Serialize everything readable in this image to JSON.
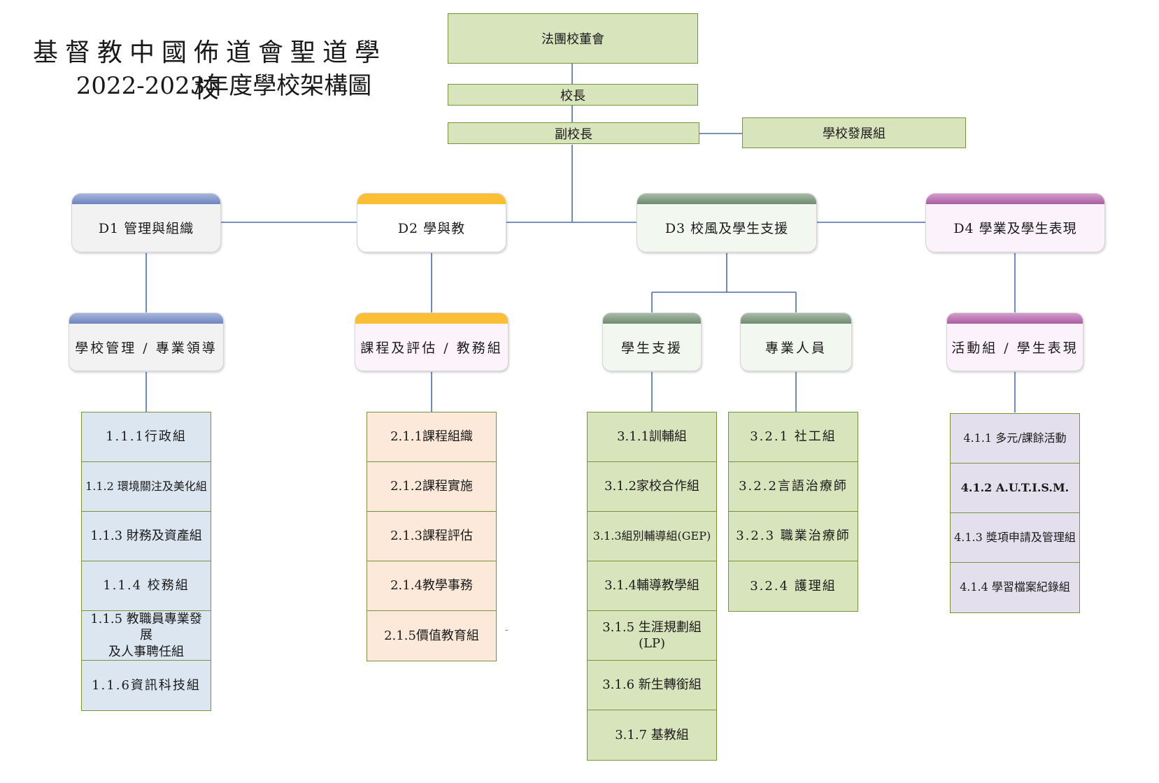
{
  "title": {
    "line1": "基督教中國佈道會聖道學校",
    "line2": "2022-2023年度學校架構圖"
  },
  "top": {
    "board": "法團校董會",
    "principal": "校長",
    "vice_principal": "副校長",
    "development": "學校發展組"
  },
  "departments": [
    {
      "label": "D1  管理與組織",
      "cap_color": "#7f93c9",
      "bg": "#f2f2f2"
    },
    {
      "label": "D2  學與教",
      "cap_color": "#fbbf35",
      "bg": "#ffffff"
    },
    {
      "label": "D3  校風及學生支援",
      "cap_color": "#7a9479",
      "bg": "#f2f7ef"
    },
    {
      "label": "D4  學業及學生表現",
      "cap_color": "#b26bab",
      "bg": "#fcf2fb"
    }
  ],
  "subgroups": [
    {
      "label": "學校管理 / 專業領導",
      "cap_color": "#7f93c9",
      "bg": "#f2f2f2"
    },
    {
      "label": "課程及評估 / 教務組",
      "cap_color": "#fbbf35",
      "bg": "#fdf4fb"
    },
    {
      "label": "學生支援",
      "cap_color": "#7a9479",
      "bg": "#f2f7ef"
    },
    {
      "label": "專業人員",
      "cap_color": "#7a9479",
      "bg": "#f2f7ef"
    },
    {
      "label": "活動組 / 學生表現",
      "cap_color": "#b26bab",
      "bg": "#fcf2fb"
    }
  ],
  "columns": {
    "d1": [
      "1.1.1行政組",
      "1.1.2 環境關注及美化組",
      "1.1.3 財務及資產組",
      "1.1.4 校務組",
      "1.1.5 教職員專業發展\n及人事聘任組",
      "1.1.6資訊科技組"
    ],
    "d2": [
      "2.1.1課程組織",
      "2.1.2課程實施",
      "2.1.3課程評估",
      "2.1.4教學事務",
      "2.1.5價值教育組"
    ],
    "d3a": [
      "3.1.1訓輔組",
      "3.1.2家校合作組",
      "3.1.3組別輔導組(GEP)",
      "3.1.4輔導教學組",
      "3.1.5 生涯規劃組(LP)",
      "3.1.6 新生轉銜組",
      "3.1.7 基教組"
    ],
    "d3b": [
      "3.2.1 社工組",
      "3.2.2言語治療師",
      "3.2.3 職業治療師",
      "3.2.4 護理組"
    ],
    "d4": [
      "4.1.1 多元/課餘活動",
      "4.1.2 A.U.T.I.S.M.",
      "4.1.3 獎項申請及管理組",
      "4.1.4 學習檔案紀錄組"
    ]
  },
  "stray_mark": "-",
  "colors": {
    "line": "#4f6fa3",
    "green_box": "#d8e4bc",
    "green_border": "#77933c"
  }
}
